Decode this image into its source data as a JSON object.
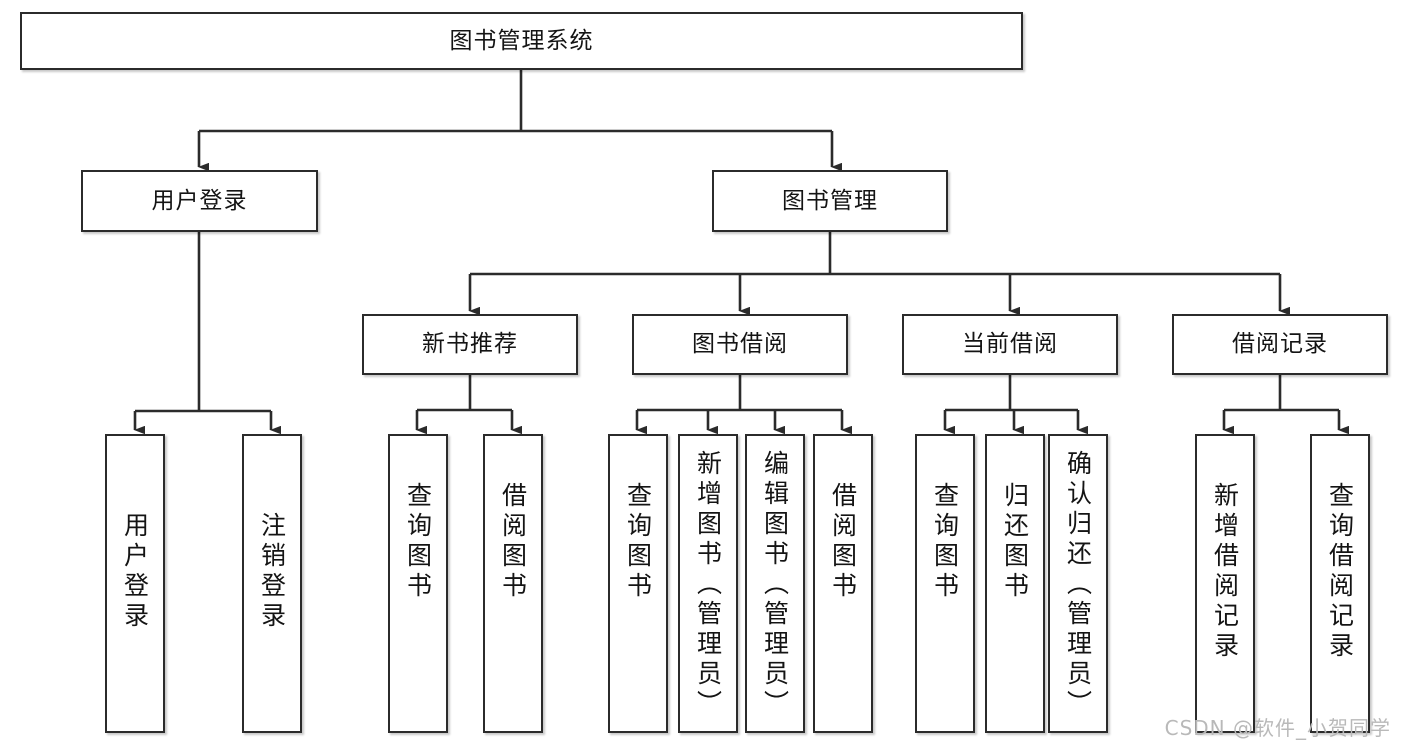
{
  "diagram": {
    "type": "tree-hierarchy-chart",
    "title": "图书管理系统",
    "watermark": "CSDN @软件_小贺同学",
    "colors": {
      "box_border": "#2b2b2b",
      "box_fill": "#ffffff",
      "edge": "#2b2b2b",
      "text": "#141414",
      "watermark": "#b9b9b9"
    },
    "root": {
      "label": "图书管理系统"
    },
    "level2": [
      {
        "label": "用户登录"
      },
      {
        "label": "图书管理"
      }
    ],
    "level3": [
      {
        "label": "新书推荐"
      },
      {
        "label": "图书借阅"
      },
      {
        "label": "当前借阅"
      },
      {
        "label": "借阅记录"
      }
    ],
    "leaves": {
      "user_login": [
        {
          "label": "用户登录"
        },
        {
          "label": "注销登录"
        }
      ],
      "new_book_recommend": [
        {
          "label": "查询图书"
        },
        {
          "label": "借阅图书"
        }
      ],
      "book_borrow": [
        {
          "label": "查询图书"
        },
        {
          "label": "新增图书（管理员）"
        },
        {
          "label": "编辑图书（管理员）"
        },
        {
          "label": "借阅图书"
        }
      ],
      "current_borrow": [
        {
          "label": "查询图书"
        },
        {
          "label": "归还图书"
        },
        {
          "label": "确认归还（管理员）"
        }
      ],
      "borrow_record": [
        {
          "label": "新增借阅记录"
        },
        {
          "label": "查询借阅记录"
        }
      ]
    }
  }
}
